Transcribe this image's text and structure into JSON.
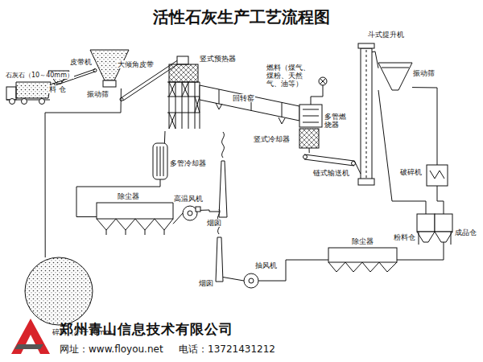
{
  "diagram": {
    "title": "活性石灰生产工艺流程图",
    "nodes": [
      {
        "text": [
          "石灰石（10～40mm）"
        ]
      },
      {
        "text": [
          "料 仓"
        ]
      },
      {
        "text": [
          "皮带机"
        ]
      },
      {
        "text": [
          "振动筛"
        ]
      },
      {
        "text": [
          "大倾角皮带"
        ]
      },
      {
        "text": [
          "竖式预热器"
        ]
      },
      {
        "text": [
          "回转窑"
        ]
      },
      {
        "text": [
          "燃料（煤气、煤粉、天然气、油等）"
        ]
      },
      {
        "text": [
          "多管燃烧器"
        ]
      },
      {
        "text": [
          "竖式冷却器"
        ]
      },
      {
        "text": [
          "链式输送机"
        ]
      },
      {
        "text": [
          "斗式提升机"
        ]
      },
      {
        "text": [
          "振动筛"
        ]
      },
      {
        "text": [
          "破碎机"
        ]
      },
      {
        "text": [
          "粉料仓"
        ]
      },
      {
        "text": [
          "成品仓"
        ]
      },
      {
        "text": [
          "多管冷却器"
        ]
      },
      {
        "text": [
          "除尘器"
        ]
      },
      {
        "text": [
          "高温风机"
        ]
      },
      {
        "text": [
          "烟囱"
        ]
      },
      {
        "text": [
          "碎料（小于10mm）"
        ]
      },
      {
        "text": [
          "除尘器"
        ]
      },
      {
        "text": [
          "抽风机"
        ]
      },
      {
        "text": [
          "烟囱"
        ]
      }
    ],
    "edges": [
      {
        "from": 3,
        "to": 20,
        "arrow": "none"
      },
      {
        "from": 5,
        "to": 16,
        "arrow": "none"
      },
      {
        "from": 16,
        "to": 17,
        "arrow": "none"
      },
      {
        "from": 17,
        "to": 18,
        "arrow": "none"
      },
      {
        "from": 18,
        "to": 19,
        "arrow": "none"
      },
      {
        "from": 7,
        "to": 8,
        "arrow": "none"
      },
      {
        "from": 9,
        "to": 10,
        "arrow": "none"
      },
      {
        "from": 10,
        "to": 11,
        "arrow": "none"
      },
      {
        "from": 11,
        "to": 12,
        "arrow": "none"
      },
      {
        "from": 12,
        "to": 13,
        "arrow": "none"
      },
      {
        "from": 13,
        "to": 15,
        "arrow": "none"
      },
      {
        "from": 12,
        "to": 14,
        "arrow": "none"
      },
      {
        "from": 15,
        "to": 21,
        "arrow": "none"
      },
      {
        "from": 21,
        "to": 22,
        "arrow": "none"
      },
      {
        "from": 22,
        "to": 23,
        "arrow": "none"
      }
    ],
    "labels": [
      "郑州青山信息技术有限公司",
      "网址：www.floyou.net",
      "电话：13721431212"
    ]
  }
}
